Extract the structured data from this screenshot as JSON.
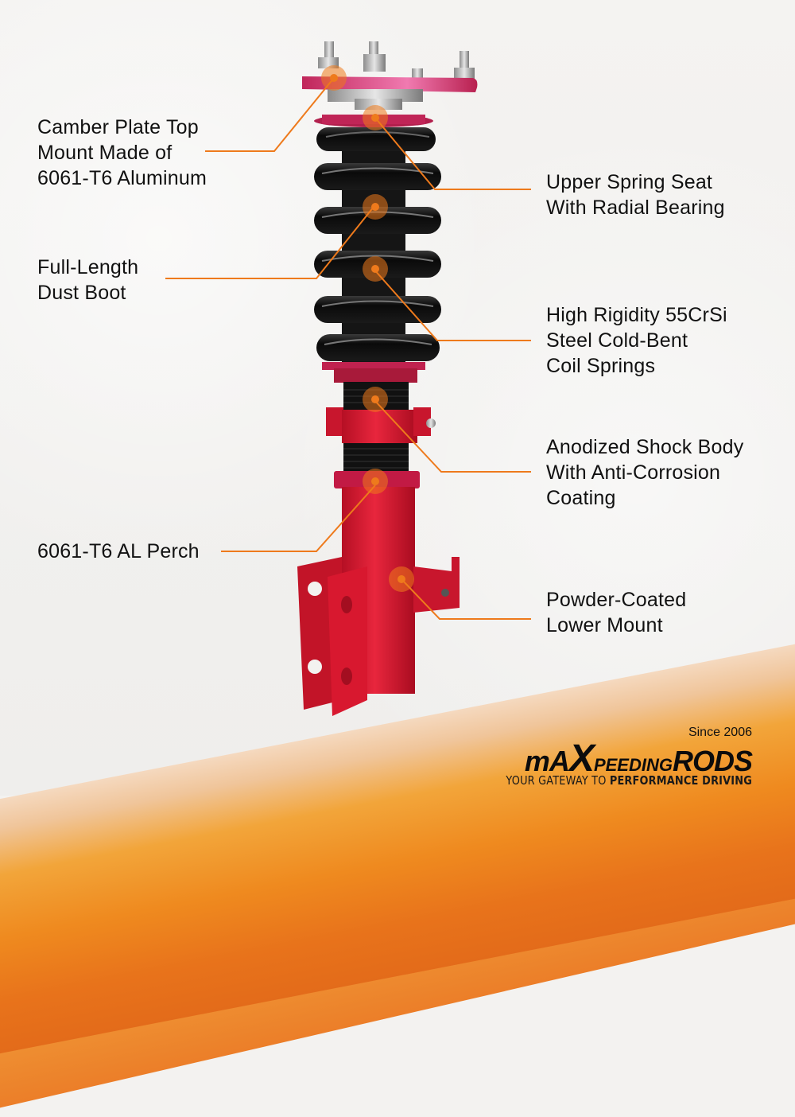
{
  "labels": [
    {
      "id": "camber-plate",
      "lines": [
        "Camber Plate Top",
        "Mount Made of",
        "6061-T6 Aluminum"
      ]
    },
    {
      "id": "upper-spring-seat",
      "lines": [
        "Upper Spring Seat",
        "With Radial Bearing"
      ]
    },
    {
      "id": "dust-boot",
      "lines": [
        "Full-Length",
        "Dust Boot"
      ]
    },
    {
      "id": "coil-springs",
      "lines": [
        "High Rigidity 55CrSi",
        "Steel Cold-Bent",
        "Coil Springs"
      ]
    },
    {
      "id": "shock-body",
      "lines": [
        "Anodized Shock Body",
        "With Anti-Corrosion",
        "Coating"
      ]
    },
    {
      "id": "al-perch",
      "lines": [
        "6061-T6 AL Perch"
      ]
    },
    {
      "id": "lower-mount",
      "lines": [
        "Powder-Coated",
        "Lower Mount"
      ]
    }
  ],
  "brand": {
    "since": "Since 2006",
    "name_part1": "mA",
    "name_x": "X",
    "name_part2": "PEEDING",
    "name_part3": "RODS",
    "tagline_light": "YOUR GATEWAY TO ",
    "tagline_bold": "PERFORMANCE DRIVING"
  },
  "colors": {
    "accent_orange": "#ee7a1c",
    "spring_black": "#111111",
    "shock_red": "#d9182f",
    "plate_pink": "#d8336e"
  }
}
